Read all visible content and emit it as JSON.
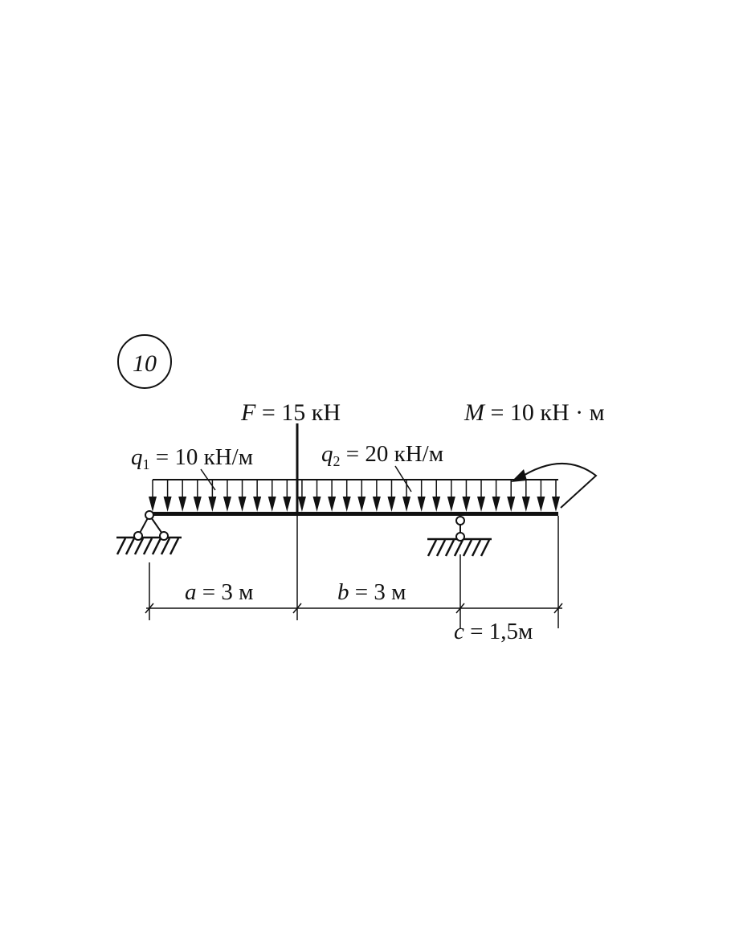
{
  "problem_number": "10",
  "force": {
    "symbol": "F",
    "eq": " = 15 кН"
  },
  "moment": {
    "symbol": "M",
    "eq": " = 10 кН · м"
  },
  "q1": {
    "symbol": "q",
    "sub": "1",
    "eq": " = 10 кН/м"
  },
  "q2": {
    "symbol": "q",
    "sub": "2",
    "eq": " = 20 кН/м"
  },
  "dimensions": {
    "a": {
      "symbol": "a",
      "eq": " = 3 м"
    },
    "b": {
      "symbol": "b",
      "eq": " = 3 м"
    },
    "c": {
      "symbol": "c",
      "eq": " = 1,5м"
    }
  },
  "colors": {
    "ink": "#111111",
    "background": "#ffffff"
  }
}
